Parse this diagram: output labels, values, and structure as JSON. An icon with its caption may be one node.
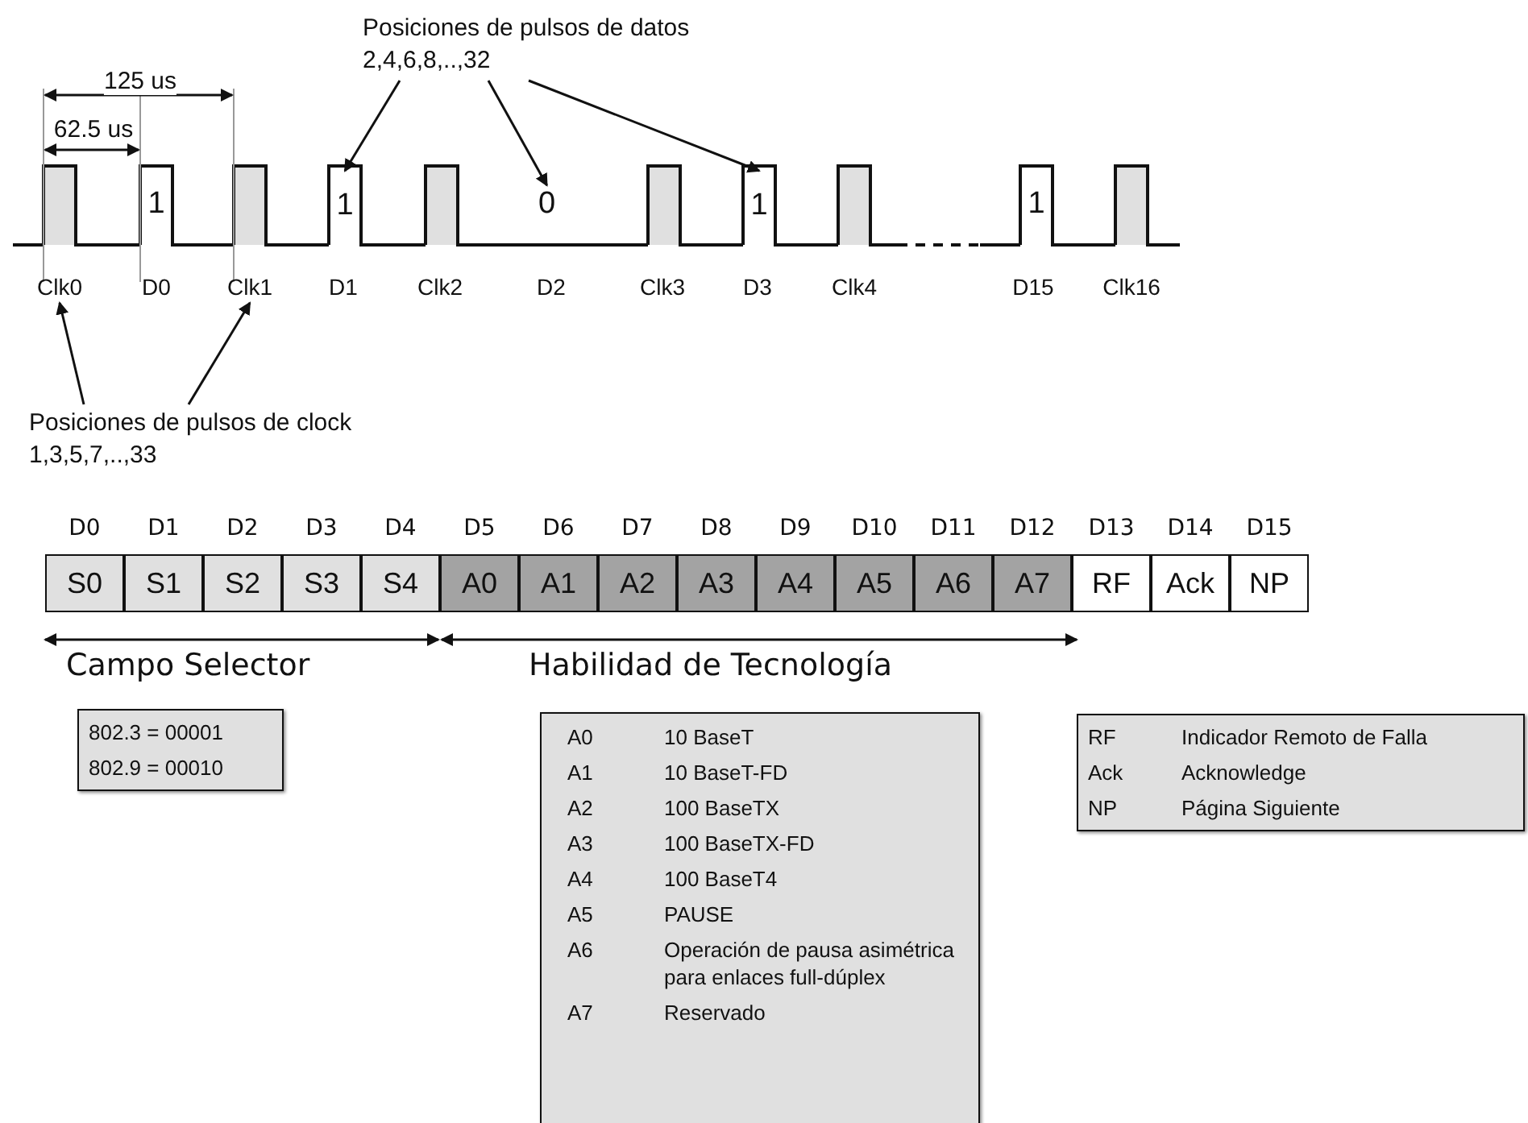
{
  "diagram": {
    "nodes": [
      {
        "text": [
          "Posiciones de pulsos de datos 2,4,6,8,..,32"
        ]
      },
      {
        "text": [
          "1"
        ]
      },
      {
        "text": [
          "0"
        ]
      },
      {
        "text": [
          "1"
        ]
      },
      {
        "text": [
          "Clk0"
        ]
      },
      {
        "text": [
          "Clk1"
        ]
      },
      {
        "text": [
          "Posiciones de pulsos de clock 1,3,5,7,..,33"
        ]
      },
      {
        "text": [
          "802.3 = 00001",
          "802.9 = 00010"
        ],
        "beside": [
          "Campo Selector"
        ]
      },
      {
        "text": [
          "A0",
          "10 BaseT",
          "A1",
          "10 BaseT-FD",
          "A2",
          "100 BaseTX",
          "A3",
          "100 BaseTX-FD",
          "A4",
          "100 BaseT4",
          "A5",
          "PAUSE",
          "A6",
          "Operación de pausa asimétrica para enlaces full-dúplex",
          "A7",
          "Reservado"
        ],
        "beside": [
          "Habilidad de Tecnología"
        ]
      },
      {
        "text": [
          "RF",
          "Indicador Remoto de Falla",
          "Ack",
          "Acknowledge",
          "NP",
          "Página Siguiente"
        ]
      }
    ],
    "edges": [
      {
        "from": 0,
        "to": 1,
        "arrow": "to"
      },
      {
        "from": 0,
        "to": 2,
        "arrow": "to"
      },
      {
        "from": 0,
        "to": 3,
        "arrow": "to"
      },
      {
        "from": 6,
        "to": 4,
        "arrow": "to"
      },
      {
        "from": 6,
        "to": 5,
        "arrow": "to"
      }
    ],
    "labels": [
      "125 us",
      "62.5 us",
      "1",
      "1",
      "D0",
      "D1",
      "Clk2",
      "D2",
      "Clk3",
      "D3",
      "Clk4",
      "D15",
      "Clk16",
      "D0",
      "D1",
      "D2",
      "D3",
      "D4",
      "D5",
      "D6",
      "D7",
      "D8",
      "D9",
      "D10",
      "D11",
      "D12",
      "D13",
      "D14",
      "D15",
      "S0",
      "S1",
      "S2",
      "S3",
      "S4",
      "A0",
      "A1",
      "A2",
      "A3",
      "A4",
      "A5",
      "A6",
      "A7",
      "RF",
      "Ack",
      "NP"
    ]
  }
}
